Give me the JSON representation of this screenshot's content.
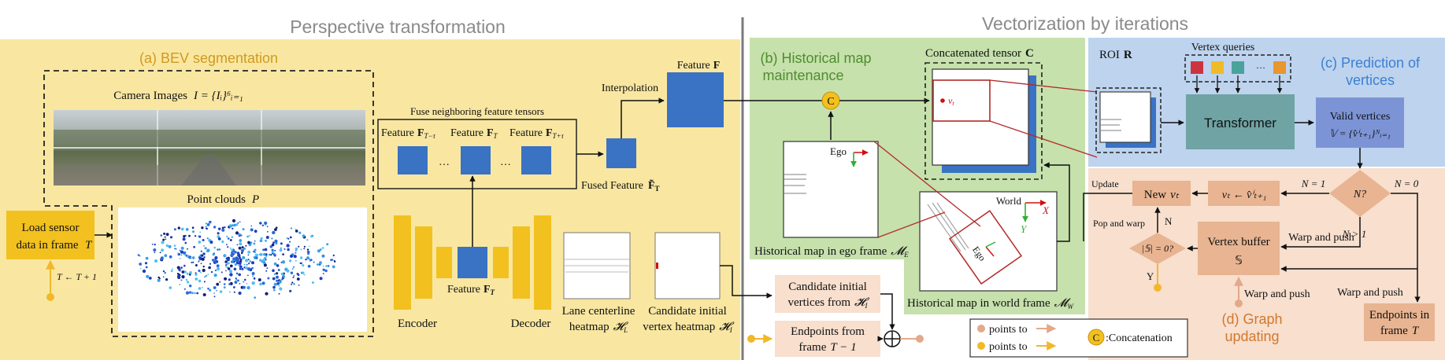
{
  "titles": {
    "left": "Perspective transformation",
    "right": "Vectorization by iterations"
  },
  "sections": {
    "a": "(a) BEV segmentation",
    "b_line1": "(b) Historical map",
    "b_line2": "maintenance",
    "c_line1": "(c) Prediction of",
    "c_line2": "vertices",
    "d_line1": "(d) Graph",
    "d_line2": "updating"
  },
  "inputs": {
    "camera_images": "Camera Images",
    "camera_eq": "I = {Iᵢ}⁶ᵢ₌₁",
    "point_clouds": "Point clouds",
    "point_clouds_sym": "P",
    "load_sensor_1": "Load sensor",
    "load_sensor_2": "data in frame",
    "load_sensor_sym": "T",
    "t_update": "T ← T + 1"
  },
  "network": {
    "fuse_title": "Fuse neighboring feature tensors",
    "feat_prefix": "Feature",
    "feat_minus": "F",
    "feat_minus_sub": "T−τ",
    "feat_mid": "F",
    "feat_mid_sub": "T",
    "feat_plus": "F",
    "feat_plus_sub": "T+τ",
    "ellipsis": "…",
    "interpolation": "Interpolation",
    "feature_F": "Feature",
    "feature_F_sym": "F",
    "fused": "Fused Feature",
    "fused_sym": "F̃",
    "fused_sub": "T",
    "encoder": "Encoder",
    "decoder": "Decoder",
    "feat_bottom": "Feature",
    "feat_bottom_sym": "F",
    "feat_bottom_sub": "T",
    "lane_1": "Lane centerline",
    "lane_2": "heatmap",
    "lane_sym": "𝓗",
    "lane_sub": "L",
    "cand_1": "Candidate initial",
    "cand_2": "vertex heatmap",
    "cand_sym": "𝓗",
    "cand_sub": "I"
  },
  "history": {
    "concat_label": "C",
    "ego_label": "Ego",
    "ego_frame": "Historical map in ego frame",
    "ego_sym": "𝓜",
    "ego_sub": "E",
    "concat_tensor": "Concatenated tensor",
    "concat_sym": "C",
    "vt": "v",
    "vt_sub": "t",
    "world": "World",
    "axis_x": "X",
    "axis_y": "Y",
    "ego_rot": "Ego",
    "world_frame": "Historical map in world frame",
    "world_sym": "𝓜",
    "world_sub": "W",
    "cand_init_1": "Candidate initial",
    "cand_init_2": "vertices from",
    "cand_init_sym": "𝓗",
    "cand_init_sub": "I",
    "endpoints_from_1": "Endpoints from",
    "endpoints_from_2": "frame",
    "endpoints_from_sym": "T − 1"
  },
  "prediction": {
    "vertex_queries": "Vertex queries",
    "dots": "···",
    "roi": "ROI",
    "roi_sym": "R",
    "transformer": "Transformer",
    "valid_1": "Valid vertices",
    "valid_2": "𝕍 = {v̂ⁱₜ₊₁}ᴺᵢ₌₁"
  },
  "graph": {
    "new_vt": "New",
    "new_vt_sym": "vₜ",
    "update": "Update",
    "assign": "vₜ ← v̂ⁱₜ₊₁",
    "n1": "N = 1",
    "n0": "N = 0",
    "nq": "N?",
    "ngt1": "N > 1",
    "pop_warp": "Pop and warp",
    "n_label": "N",
    "y_label": "Y",
    "s_empty": "|𝕊| = 0?",
    "vertex_buffer": "Vertex buffer",
    "vertex_buffer_sym": "𝕊",
    "warp_push_1": "Warp and push",
    "warp_push_2": "Warp and push",
    "warp_push_3": "Warp and push",
    "endpoints_in_1": "Endpoints in",
    "endpoints_in_2": "frame",
    "endpoints_in_sym": "T"
  },
  "legend": {
    "points_to_1": "points to",
    "points_to_2": "points to",
    "concat_symbol": "C",
    "concatenation": ":Concatenation"
  },
  "colors": {
    "yellow_panel": "#f9e7a1",
    "green_panel": "#c6e1ac",
    "blue_panel": "#bdd3ee",
    "peach_panel": "#f8dfce",
    "feature_blue": "#3a72c4",
    "encoder_yellow": "#f2c11f",
    "peach_box": "#e8b491",
    "transformer_teal": "#6fa3a4",
    "valid_blue": "#7c94d6",
    "red_line": "#b22a2a",
    "section_yellow": "#cf9a20",
    "section_green": "#4f8d2f",
    "section_blue": "#3d7fd2",
    "section_orange": "#d2782d"
  }
}
